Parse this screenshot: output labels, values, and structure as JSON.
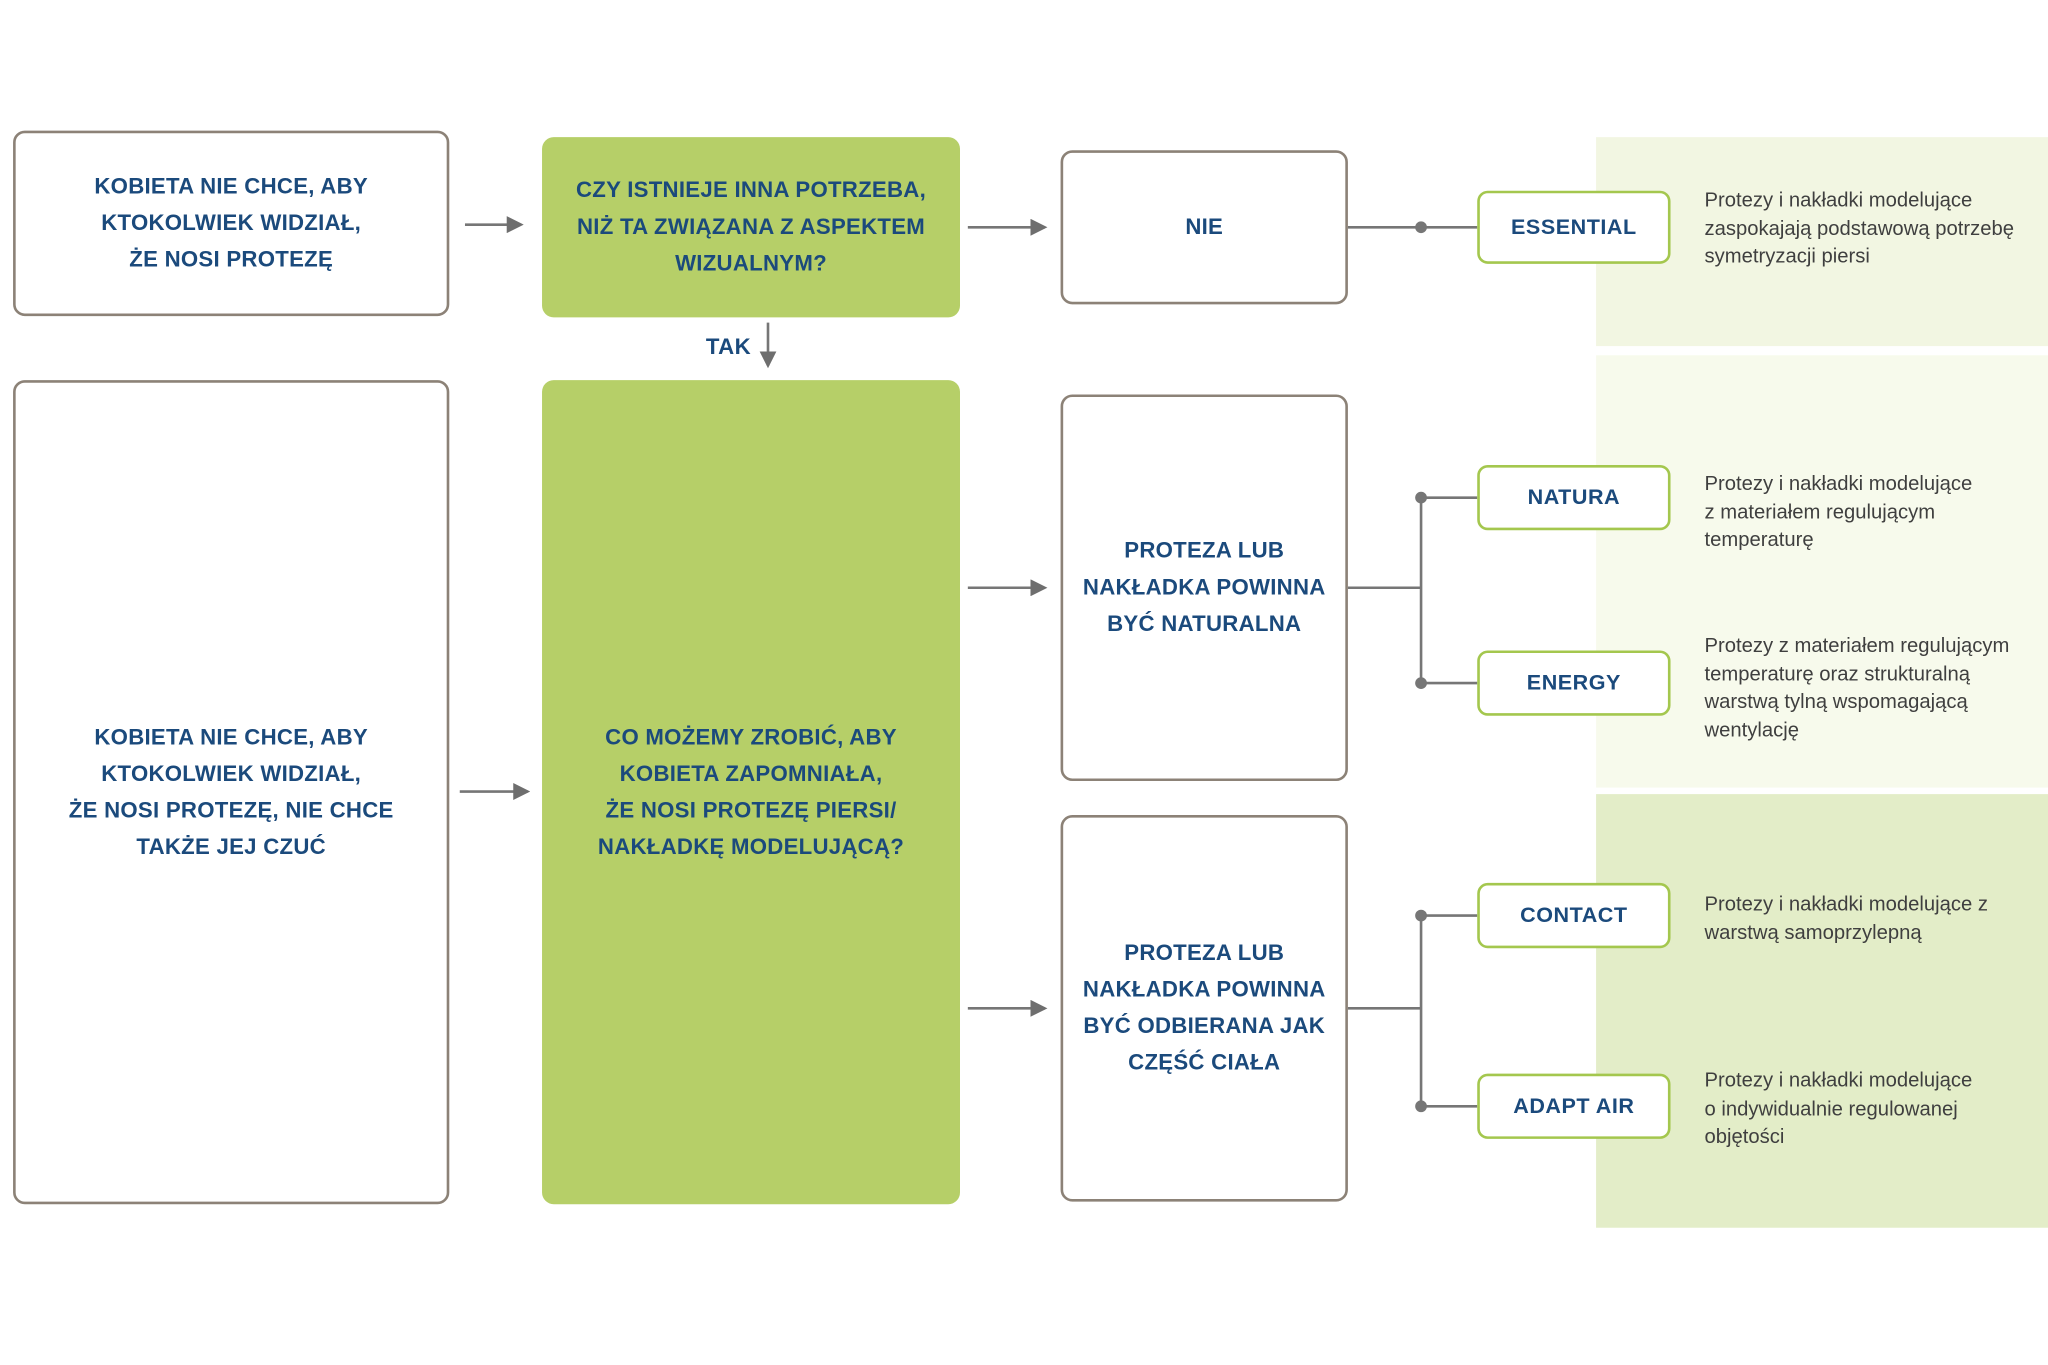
{
  "flowchart": {
    "tak_label": "TAK",
    "nodes": {
      "no_see": {
        "lines": [
          "KOBIETA NIE CHCE, ABY",
          "KTOKOLWIEK WIDZIAŁ,",
          "ŻE NOSI PROTEZĘ"
        ]
      },
      "other_need_q": {
        "lines": [
          "CZY ISTNIEJE INNA POTRZEBA,",
          "NIŻ TA ZWIĄZANA Z ASPEKTEM",
          "WIZUALNYM?"
        ]
      },
      "no_answer": {
        "label": "NIE"
      },
      "no_feel": {
        "lines": [
          "KOBIETA NIE CHCE, ABY",
          "KTOKOLWIEK WIDZIAŁ,",
          "ŻE NOSI PROTEZĘ, NIE CHCE",
          "TAKŻE JEJ CZUĆ"
        ]
      },
      "forget_q": {
        "lines": [
          "CO MOŻEMY ZROBIĆ, ABY",
          "KOBIETA ZAPOMNIAŁA,",
          "ŻE NOSI PROTEZĘ PIERSI/",
          "NAKŁADKĘ MODELUJĄCĄ?"
        ]
      },
      "natural_need": {
        "lines": [
          "PROTEZA LUB",
          "NAKŁADKA POWINNA",
          "BYĆ NATURALNA"
        ]
      },
      "body_part_need": {
        "lines": [
          "PROTEZA LUB",
          "NAKŁADKA POWINNA",
          "BYĆ ODBIERANA JAK",
          "CZĘŚĆ CIAŁA"
        ]
      }
    },
    "products": {
      "essential": {
        "label": "ESSENTIAL",
        "desc_lines": [
          "Protezy i nakładki modelujące",
          "zaspokajają podstawową potrzebę",
          "symetryzacji piersi"
        ]
      },
      "natura": {
        "label": "NATURA",
        "desc_lines": [
          "Protezy i nakładki modelujące",
          "z materiałem regulującym",
          "temperaturę"
        ]
      },
      "energy": {
        "label": "ENERGY",
        "desc_lines": [
          "Protezy z materiałem regulującym",
          "temperaturę oraz strukturalną",
          "warstwą tylną wspomagającą",
          "wentylację"
        ]
      },
      "contact": {
        "label": "CONTACT",
        "desc_lines": [
          "Protezy i nakładki modelujące z",
          "warstwą samoprzylepną"
        ]
      },
      "adapt_air": {
        "label": "ADAPT AIR",
        "desc_lines": [
          "Protezy i nakładki modelujące",
          "o indywidualnie regulowanej",
          "objętości"
        ]
      }
    },
    "colors": {
      "navy": "#1b4a7c",
      "green_fill": "#b6cf68",
      "green_border": "#a4c74e",
      "gray_border": "#8c8277",
      "band_top": "#f2f6e2",
      "band_mid": "#f7faec",
      "band_bottom": "#e3edc8",
      "connector": "#767676"
    }
  }
}
